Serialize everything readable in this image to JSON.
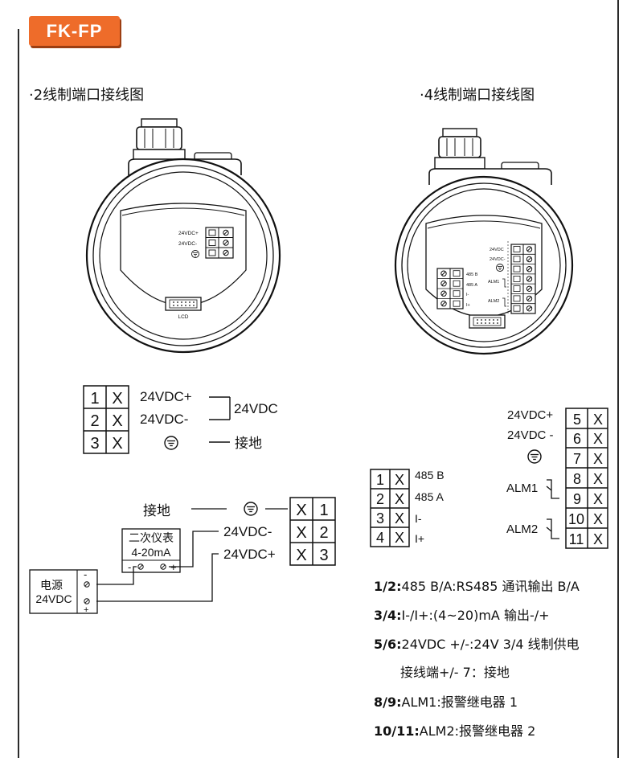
{
  "header": {
    "badge": "FK-FP"
  },
  "sections": {
    "two_wire_title": "·2线制端口接线图",
    "four_wire_title": "·4线制端口接线图"
  },
  "device_2wire": {
    "labels": [
      "24VDC+",
      "24VDC-"
    ],
    "lcd": "LCD"
  },
  "device_4wire": {
    "right_labels": [
      "24VDC",
      "24VDC-"
    ],
    "alarms": [
      "ALM1",
      "ALM2"
    ],
    "left_labels": [
      "485 B",
      "485 A",
      "I-",
      "I+"
    ]
  },
  "terminal_2wire": {
    "rows": [
      {
        "num": "1",
        "x": "X",
        "label": "24VDC+"
      },
      {
        "num": "2",
        "x": "X",
        "label": "24VDC-"
      },
      {
        "num": "3",
        "x": "X",
        "label": "接地"
      }
    ],
    "group_label": "24VDC"
  },
  "wiring_2wire": {
    "ground_label": "接地",
    "instrument": {
      "title": "二次仪表",
      "range": "4-20mA",
      "minus": "-",
      "plus": "+"
    },
    "power": {
      "title": "电源",
      "voltage": "24VDC",
      "minus": "-",
      "plus": "+"
    },
    "lines": [
      "24VDC-",
      "24VDC+"
    ],
    "block": [
      {
        "x": "X",
        "num": "1"
      },
      {
        "x": "X",
        "num": "2"
      },
      {
        "x": "X",
        "num": "3"
      }
    ]
  },
  "terminal_4wire_right": {
    "labels": [
      "24VDC+",
      "24VDC -"
    ],
    "alarms": [
      "ALM1",
      "ALM2"
    ],
    "rows": [
      {
        "num": "5",
        "x": "X"
      },
      {
        "num": "6",
        "x": "X"
      },
      {
        "num": "7",
        "x": "X"
      },
      {
        "num": "8",
        "x": "X"
      },
      {
        "num": "9",
        "x": "X"
      },
      {
        "num": "10",
        "x": "X"
      },
      {
        "num": "11",
        "x": "X"
      }
    ]
  },
  "terminal_4wire_left": {
    "rows": [
      {
        "num": "1",
        "x": "X",
        "label": "485 B"
      },
      {
        "num": "2",
        "x": "X",
        "label": "485 A"
      },
      {
        "num": "3",
        "x": "X",
        "label": "I-"
      },
      {
        "num": "4",
        "x": "X",
        "label": "I+"
      }
    ]
  },
  "legend": [
    {
      "key": "1/2:",
      "text": "485 B/A:RS485 通讯输出 B/A"
    },
    {
      "key": "3/4:",
      "text": "I-/I+:(4~20)mA 输出-/+"
    },
    {
      "key": "5/6:",
      "text": "24VDC +/-:24V 3/4 线制供电"
    },
    {
      "key": "",
      "text": "接线端+/- 7：接地"
    },
    {
      "key": "8/9:",
      "text": "ALM1:报警继电器 1"
    },
    {
      "key": "10/11:",
      "text": "ALM2:报警继电器 2"
    }
  ]
}
